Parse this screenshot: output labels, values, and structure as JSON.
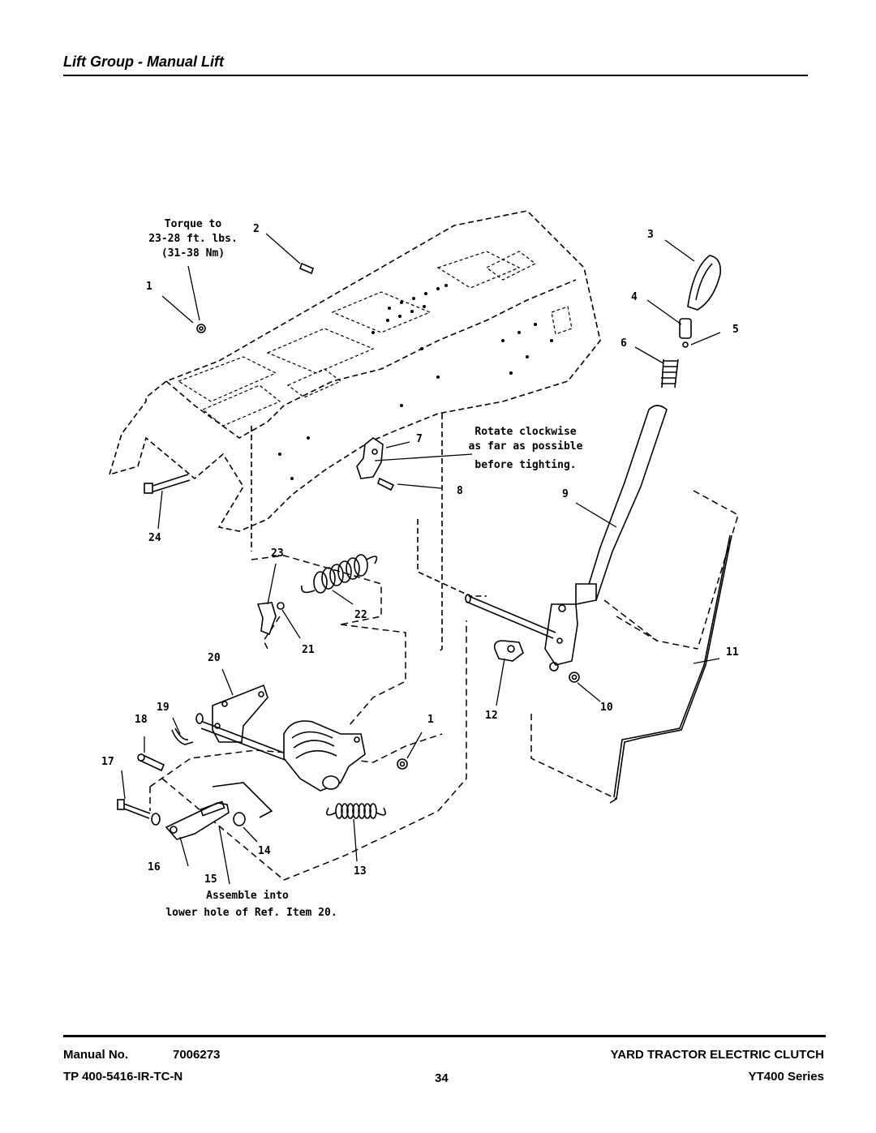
{
  "page_title": "Lift Group - Manual Lift",
  "callouts": {
    "torque_note": [
      "Torque to",
      "23-28 ft. lbs.",
      "(31-38 Nm)"
    ],
    "rotate_note": [
      "Rotate clockwise",
      "as far as possible",
      "before tighting."
    ],
    "assemble_note": [
      "Assemble into",
      "lower hole of Ref. Item 20."
    ]
  },
  "part_numbers": {
    "p1": "1",
    "p2": "2",
    "p3": "3",
    "p4": "4",
    "p5": "5",
    "p6": "6",
    "p7": "7",
    "p8": "8",
    "p9": "9",
    "p10": "10",
    "p11": "11",
    "p12": "12",
    "p13": "13",
    "p14": "14",
    "p15": "15",
    "p16": "16",
    "p17": "17",
    "p18": "18",
    "p19": "19",
    "p20": "20",
    "p21": "21",
    "p22": "22",
    "p23": "23",
    "p24": "24",
    "p1b": "1"
  },
  "footer": {
    "manual_label": "Manual No.",
    "manual_number": "7006273",
    "tp_code": "TP 400-5416-IR-TC-N",
    "page_number": "34",
    "product_title": "YARD TRACTOR ELECTRIC CLUTCH",
    "series": "YT400 Series"
  }
}
